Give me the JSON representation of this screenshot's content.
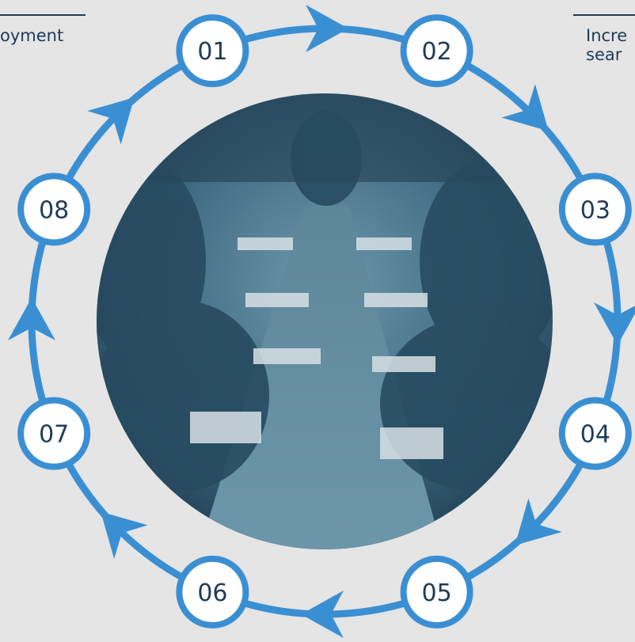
{
  "cycle": {
    "accent_color": "#3a8fd3",
    "ring_color": "#3a8fd3",
    "node_fill": "#ffffff",
    "steps": [
      {
        "label": "01"
      },
      {
        "label": "02"
      },
      {
        "label": "03"
      },
      {
        "label": "04"
      },
      {
        "label": "05"
      },
      {
        "label": "06"
      },
      {
        "label": "07"
      },
      {
        "label": "08"
      }
    ],
    "photo": {
      "description": "business meeting",
      "tint_color": "#3f6f86"
    }
  },
  "side_text": {
    "left_fragment": "oyment",
    "right_fragment_line1": "Incre",
    "right_fragment_line2": "sear"
  }
}
